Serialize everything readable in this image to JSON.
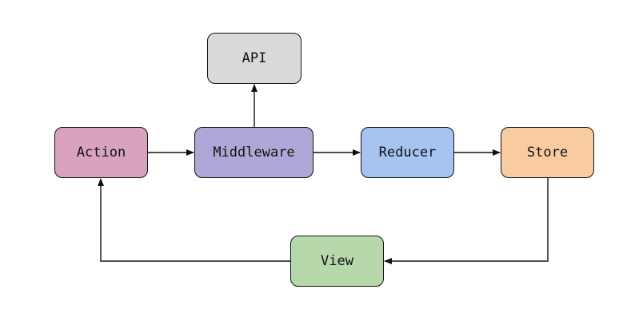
{
  "diagram": {
    "type": "flowchart",
    "nodes": [
      {
        "id": "api",
        "label": "API",
        "color": "#d9d9d9"
      },
      {
        "id": "action",
        "label": "Action",
        "color": "#d9a3c0"
      },
      {
        "id": "middleware",
        "label": "Middleware",
        "color": "#b1a6d8"
      },
      {
        "id": "reducer",
        "label": "Reducer",
        "color": "#a7c3f2"
      },
      {
        "id": "store",
        "label": "Store",
        "color": "#f8cba0"
      },
      {
        "id": "view",
        "label": "View",
        "color": "#b7d8aa"
      }
    ],
    "edges": [
      {
        "from": "action",
        "to": "middleware"
      },
      {
        "from": "middleware",
        "to": "api"
      },
      {
        "from": "middleware",
        "to": "reducer"
      },
      {
        "from": "reducer",
        "to": "store"
      },
      {
        "from": "store",
        "to": "view"
      },
      {
        "from": "view",
        "to": "action"
      }
    ],
    "line_color": "#111111"
  }
}
